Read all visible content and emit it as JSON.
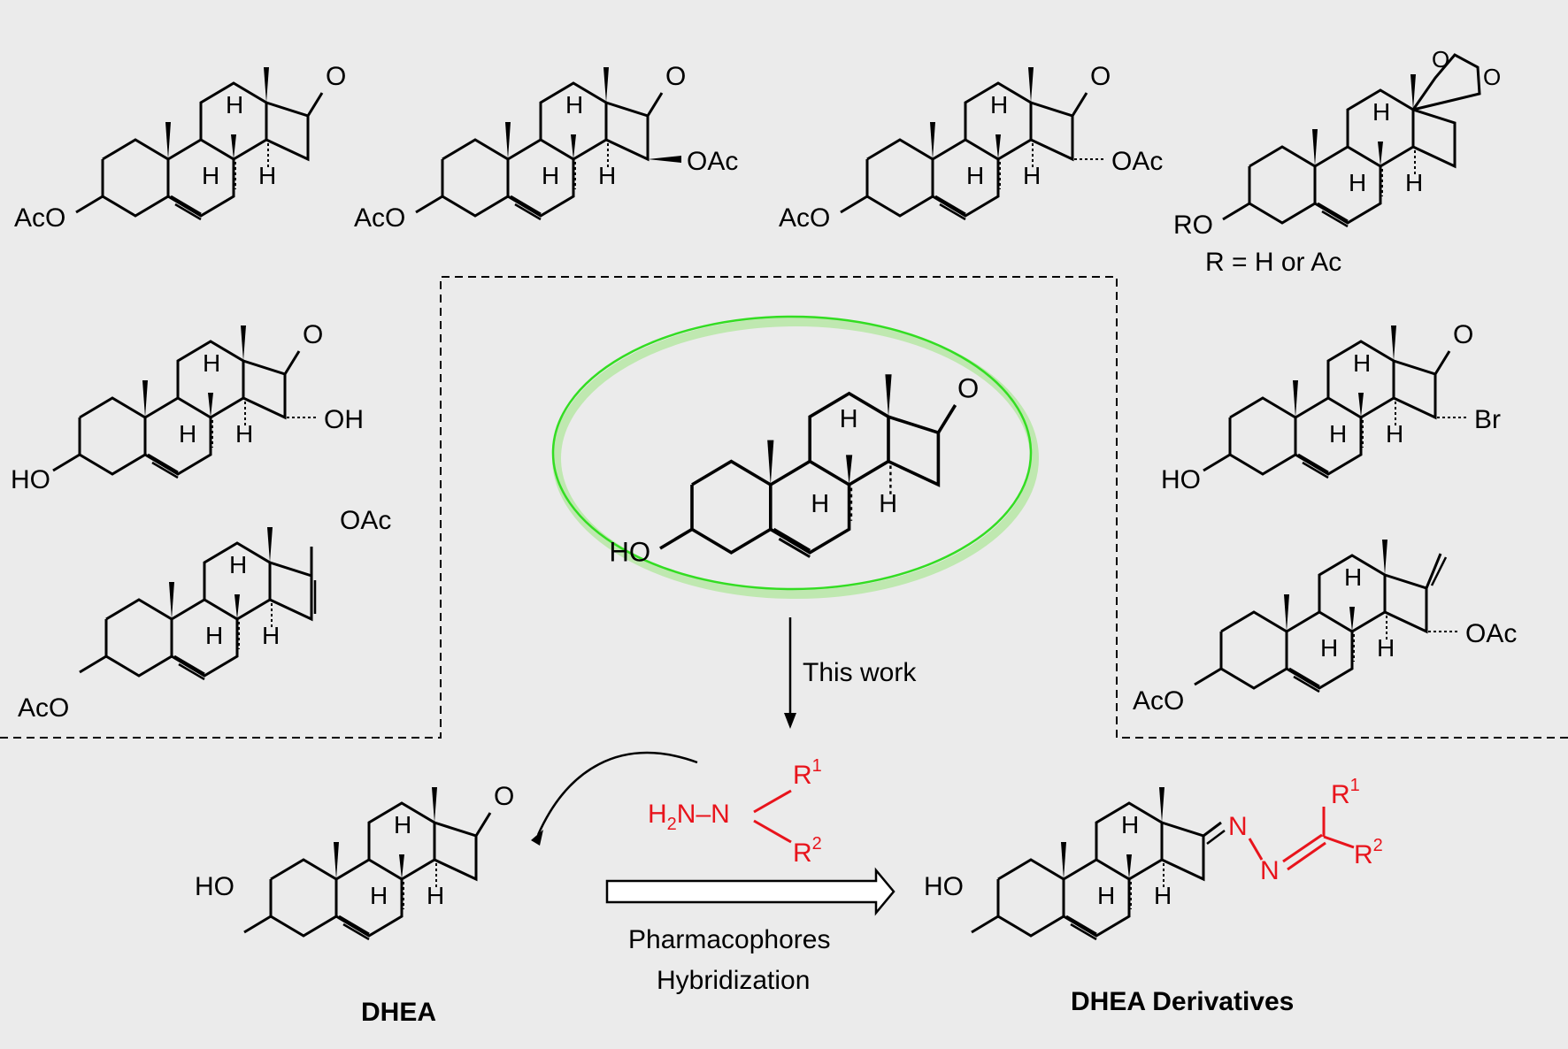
{
  "colors": {
    "background": "#ebebeb",
    "ink": "#000000",
    "hydrazone": "#e8141c",
    "highlight_ellipse": "#33dd22"
  },
  "substituents": {
    "AcO": "AcO",
    "HO": "HO",
    "RO": "RO",
    "O": "O",
    "H": "H",
    "OAc": "OAc",
    "OH": "OH",
    "Br": "Br"
  },
  "ketal_note": "R = H or Ac",
  "arrow_label": "This work",
  "reagent": {
    "H2N": "H",
    "sub2": "2",
    "N_dash": "N–N",
    "R1": "R",
    "R1_sup": "1",
    "R2": "R",
    "R2_sup": "2"
  },
  "process_label": {
    "line1": "Pharmacophores",
    "line2": "Hybridization"
  },
  "product_hydrazone": {
    "N1": "N",
    "N2": "N",
    "R1": "R",
    "R1_sup": "1",
    "R2": "R",
    "R2_sup": "2"
  },
  "compound_labels": {
    "parent": "DHEA",
    "products": "DHEA Derivatives"
  }
}
